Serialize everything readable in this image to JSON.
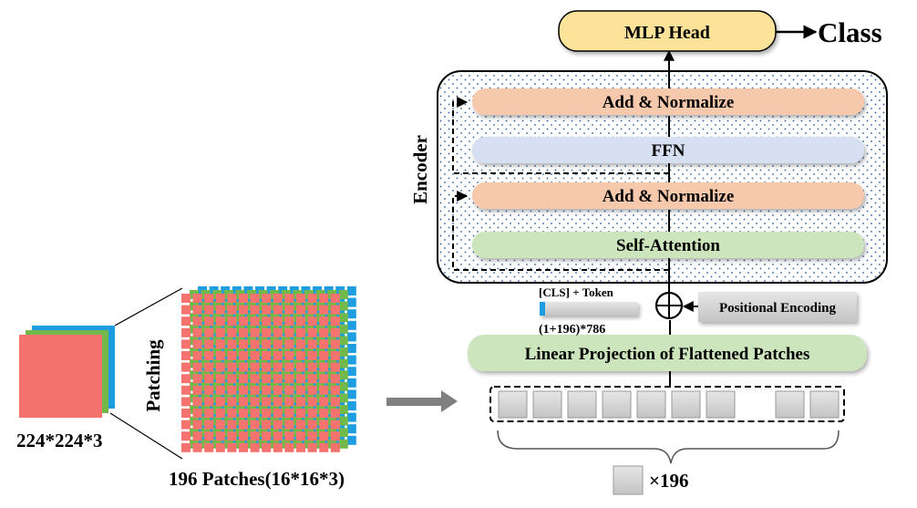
{
  "input": {
    "image_label": "224*224*3",
    "patching_label": "Patching",
    "patches_label": "196 Patches(16*16*3)",
    "colors": {
      "red": "#f4736f",
      "green": "#73b84a",
      "blue": "#1e9ee0"
    },
    "patch_grid_rows": 14,
    "patch_grid_cols": 14
  },
  "embedding": {
    "flat_patch_count_shown": 9,
    "multiplier_label": "×196",
    "linear_projection_label": "Linear Projection of Flattened Patches",
    "cls_token_label": "[CLS] + Token",
    "sequence_shape_label": "(1+196)*786",
    "positional_encoding_label": "Positional Encoding"
  },
  "encoder": {
    "title": "Encoder",
    "layers": [
      {
        "label": "Add & Normalize",
        "color": "#f6c8ac"
      },
      {
        "label": "FFN",
        "color": "#d6e0f2"
      },
      {
        "label": "Add & Normalize",
        "color": "#f6c8ac"
      },
      {
        "label": "Self-Attention",
        "color": "#cce5bd"
      }
    ]
  },
  "head": {
    "mlp_label": "MLP Head",
    "mlp_color": "#fde29a",
    "output_label": "Class"
  }
}
